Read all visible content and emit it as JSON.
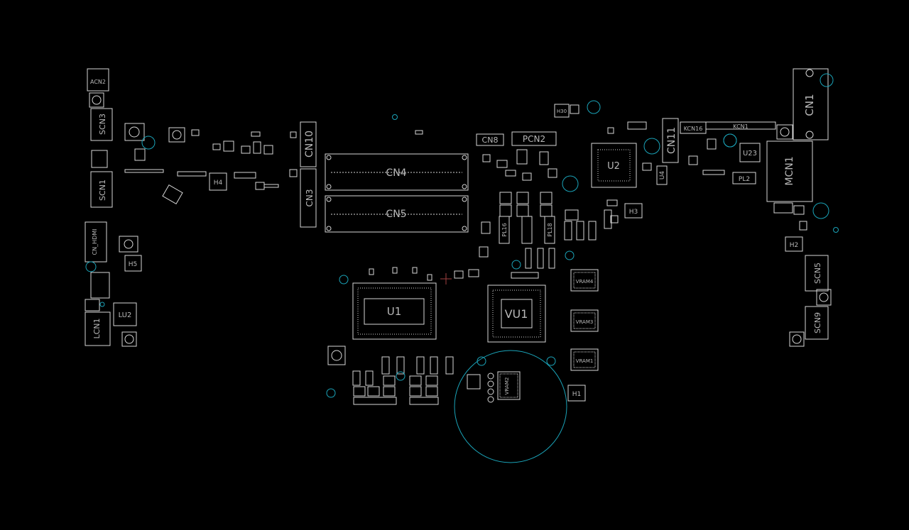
{
  "colors": {
    "background": "#000000",
    "outline": "#d6d6d6",
    "label": "#b8b8b8",
    "hole": "#1aa3b8"
  },
  "labels": {
    "acn2": "ACN2",
    "scn3": "SCN3",
    "scn1": "SCN1",
    "cn_hdmi": "CN_HDMI",
    "h5": "H5",
    "lu2": "LU2",
    "lcn1": "LCN1",
    "h4": "H4",
    "cn10": "CN10",
    "cn3": "CN3",
    "cn4": "CN4",
    "cn5": "CN5",
    "cn8": "CN8",
    "pcn2": "PCN2",
    "u2": "U2",
    "h3": "H3",
    "cn11": "CN11",
    "u4": "U4",
    "kcn16": "KCN16",
    "kcn1": "KCN1",
    "u23": "U23",
    "pl2": "PL2",
    "mcn1": "MCN1",
    "cn1": "CN1",
    "h2": "H2",
    "scn5": "SCN5",
    "scn9": "SCN9",
    "u1": "U1",
    "vu1": "VU1",
    "vram4": "VRAM4",
    "vram3": "VRAM3",
    "vram1": "VRAM1",
    "vram2": "VRAM2",
    "pl16": "PL16",
    "pl18": "PL18",
    "h1": "H1",
    "h30": "H30"
  }
}
